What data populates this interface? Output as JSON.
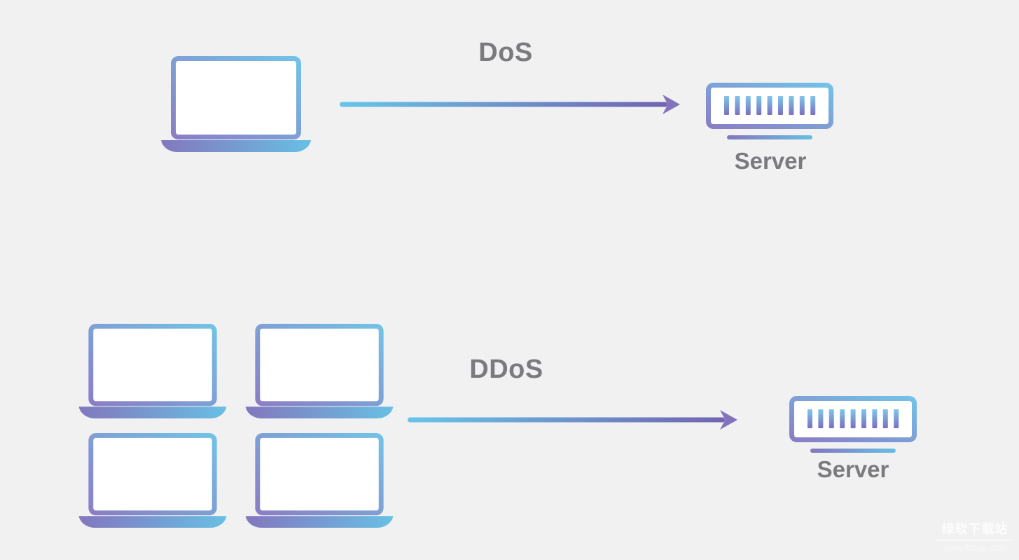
{
  "page": {
    "background_color": "#f1f1f2"
  },
  "colors": {
    "gradient_purple": "#8273bc",
    "gradient_blue": "#6fc2e6",
    "arrow_start_blue": "#67c5e8",
    "arrow_end_purple": "#7263b1",
    "label_gray": "#7b7b7f",
    "watermark_white": "#ffffff"
  },
  "icons": {
    "laptop": "laptop-icon",
    "server": "server-rack-icon",
    "arrow": "attack-arrow-icon"
  },
  "dos_section": {
    "attack_label": "DoS",
    "server_label": "Server",
    "attacker_count": 1
  },
  "ddos_section": {
    "attack_label": "DDoS",
    "server_label": "Server",
    "attacker_count": 4
  },
  "watermark": {
    "site_name": "绿软下载站",
    "site_url": "www.itmop.com"
  }
}
